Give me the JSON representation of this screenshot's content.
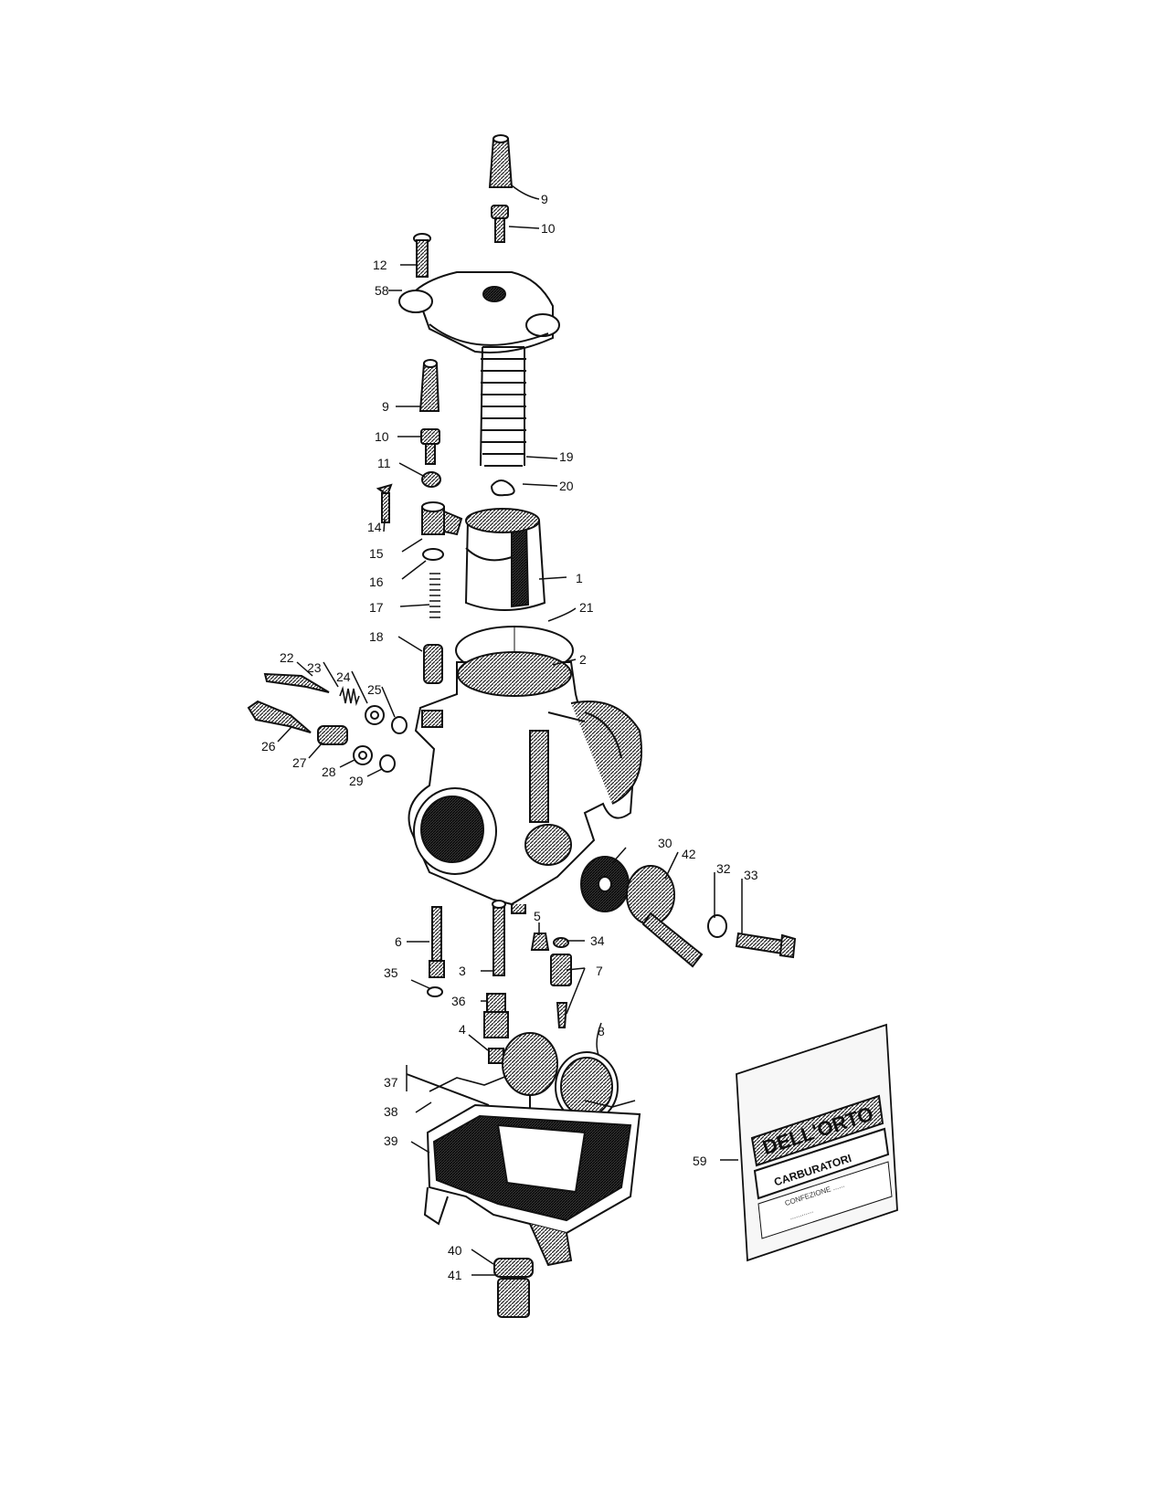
{
  "diagram": {
    "part_numbers": {
      "p9a": "9",
      "p10a": "10",
      "p12": "12",
      "p58": "58",
      "p9b": "9",
      "p10b": "10",
      "p11": "11",
      "p14": "14",
      "p15": "15",
      "p16": "16",
      "p17": "17",
      "p18": "18",
      "p19": "19",
      "p20": "20",
      "p1": "1",
      "p21": "21",
      "p2": "2",
      "p22": "22",
      "p23": "23",
      "p24": "24",
      "p25": "25",
      "p26": "26",
      "p27": "27",
      "p28": "28",
      "p29": "29",
      "p30": "30",
      "p42": "42",
      "p32": "32",
      "p33": "33",
      "p5": "5",
      "p6": "6",
      "p34": "34",
      "p3": "3",
      "p7": "7",
      "p35": "35",
      "p36": "36",
      "p4": "4",
      "p8": "8",
      "p37": "37",
      "p38": "38",
      "p39": "39",
      "p40": "40",
      "p41": "41",
      "p59": "59"
    },
    "kit_bag": {
      "brand": "DELL'ORTO",
      "subtitle": "CARBURATORI",
      "fine_line_1": "CONFEZIONE ......",
      "fine_line_2": "............"
    },
    "icons": [
      "spring-icon",
      "carburetor-body-icon",
      "float-bowl-icon",
      "float-icon",
      "kit-bag-icon"
    ]
  }
}
